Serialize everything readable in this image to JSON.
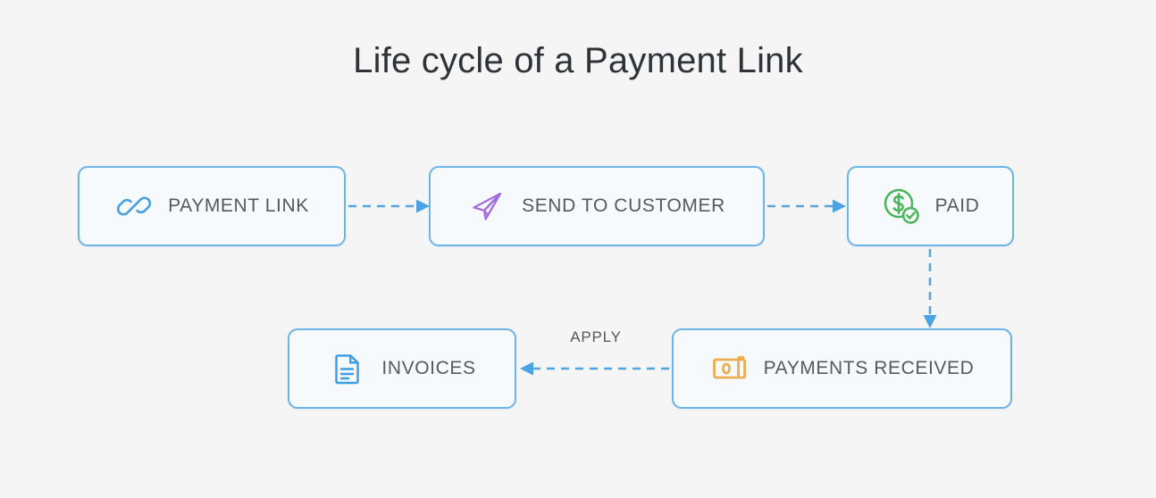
{
  "diagram": {
    "title": "Life cycle of a Payment Link",
    "background_color": "#f5f5f5",
    "node_border_color": "#6cb3e8",
    "node_fill_color": "#f6fafd",
    "connector_color": "#55a6e0",
    "label_color": "#58595b",
    "nodes": [
      {
        "id": "payment-link",
        "label": "PAYMENT LINK",
        "icon": "link-icon",
        "icon_color": "#4a9ede"
      },
      {
        "id": "send-to-customer",
        "label": "SEND TO CUSTOMER",
        "icon": "send-icon",
        "icon_color": "#a36ce0"
      },
      {
        "id": "paid",
        "label": "PAID",
        "icon": "paid-icon",
        "icon_color": "#49b558"
      },
      {
        "id": "invoices",
        "label": "INVOICES",
        "icon": "document-icon",
        "icon_color": "#3e9ee5"
      },
      {
        "id": "payments-received",
        "label": "PAYMENTS RECEIVED",
        "icon": "banknote-icon",
        "icon_color": "#f0ad4e"
      }
    ],
    "connectors": [
      {
        "id": "payment-link-to-send",
        "from": "payment-link",
        "to": "send-to-customer",
        "label": "",
        "direction": "right",
        "style": "dashed"
      },
      {
        "id": "send-to-paid",
        "from": "send-to-customer",
        "to": "paid",
        "label": "",
        "direction": "right",
        "style": "dashed"
      },
      {
        "id": "paid-to-payments",
        "from": "paid",
        "to": "payments-received",
        "label": "",
        "direction": "down",
        "style": "dashed"
      },
      {
        "id": "payments-to-invoices",
        "from": "payments-received",
        "to": "invoices",
        "label": "APPLY",
        "direction": "left",
        "style": "dashed"
      }
    ]
  }
}
